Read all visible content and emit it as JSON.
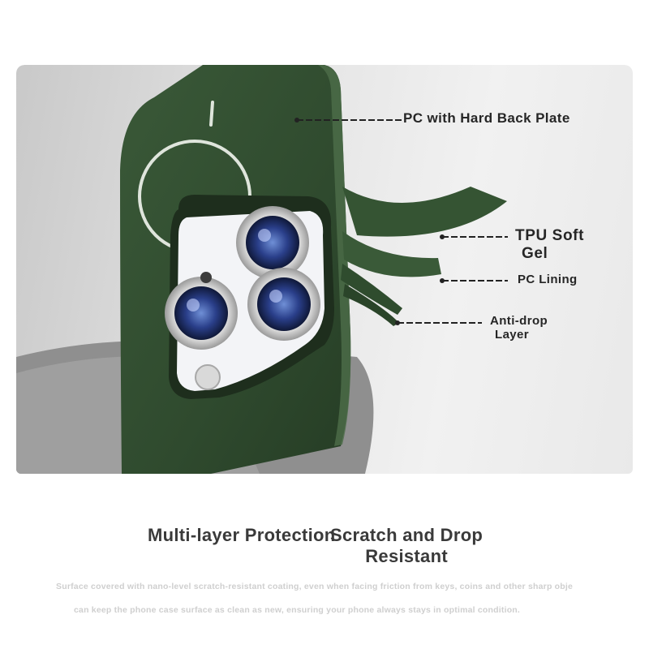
{
  "callouts": {
    "hard_back_plate": "PC with Hard Back Plate",
    "tpu_line1": "TPU Soft",
    "tpu_line2": "Gel",
    "pc_lining": "PC Lining",
    "anti_drop_line1": "Anti-drop",
    "anti_drop_line2": "Layer"
  },
  "headline": {
    "left": "Multi-layer Protection",
    "right_line1": "Scratch and Drop",
    "right_line2": "Resistant"
  },
  "description": {
    "line1": "Surface covered with nano-level scratch-resistant coating, even when facing friction from keys, coins and other sharp obje",
    "line2": "can keep the phone case surface as clean as new, ensuring your phone always stays in optimal condition."
  },
  "colors": {
    "case_green": "#2f4a2e",
    "case_highlight": "#3d5c3b",
    "text_dark": "#262626",
    "text_faint": "#cfcfcf"
  }
}
